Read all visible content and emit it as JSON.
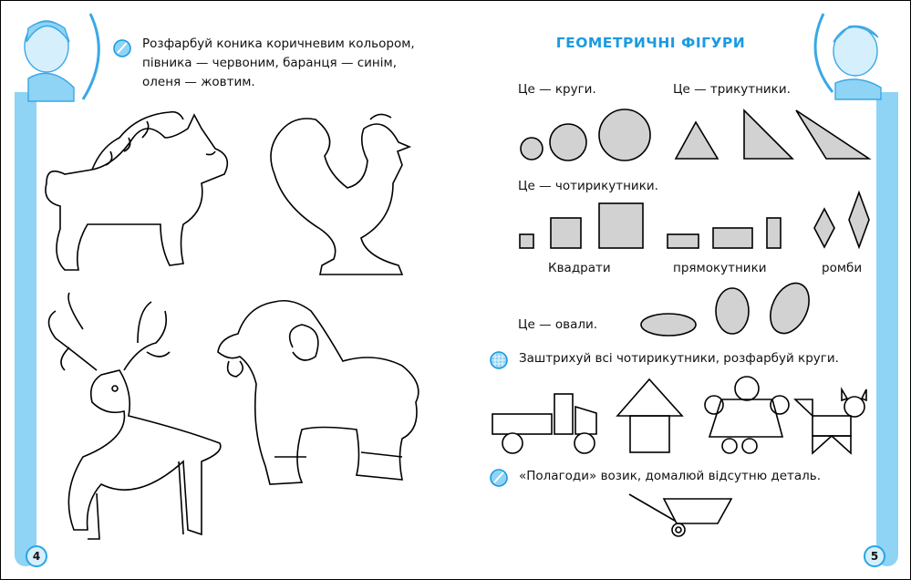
{
  "left_page": {
    "instruction": "Розфарбуй коника коричневим кольором, півника — червоним, баранця — синім, оленя — жовтим.",
    "page_number": "4"
  },
  "right_page": {
    "title": "ГЕОМЕТРИЧНІ ФІГУРИ",
    "circles_label": "Це — круги.",
    "triangles_label": "Це — трикутники.",
    "quadrilaterals_label": "Це — чотирикутники.",
    "squares_label": "Квадрати",
    "rectangles_label": "прямокутники",
    "rhombi_label": "ромби",
    "ovals_label": "Це — овали.",
    "task1": "Заштрихуй всі чотирикутники, розфарбуй круги.",
    "task2": "«Полагоди» возик, домалюй відсутню деталь.",
    "page_number": "5"
  },
  "colors": {
    "accent": "#1b9be0",
    "strip": "#8fd3f5",
    "shape_fill": "#d2d2d2"
  }
}
